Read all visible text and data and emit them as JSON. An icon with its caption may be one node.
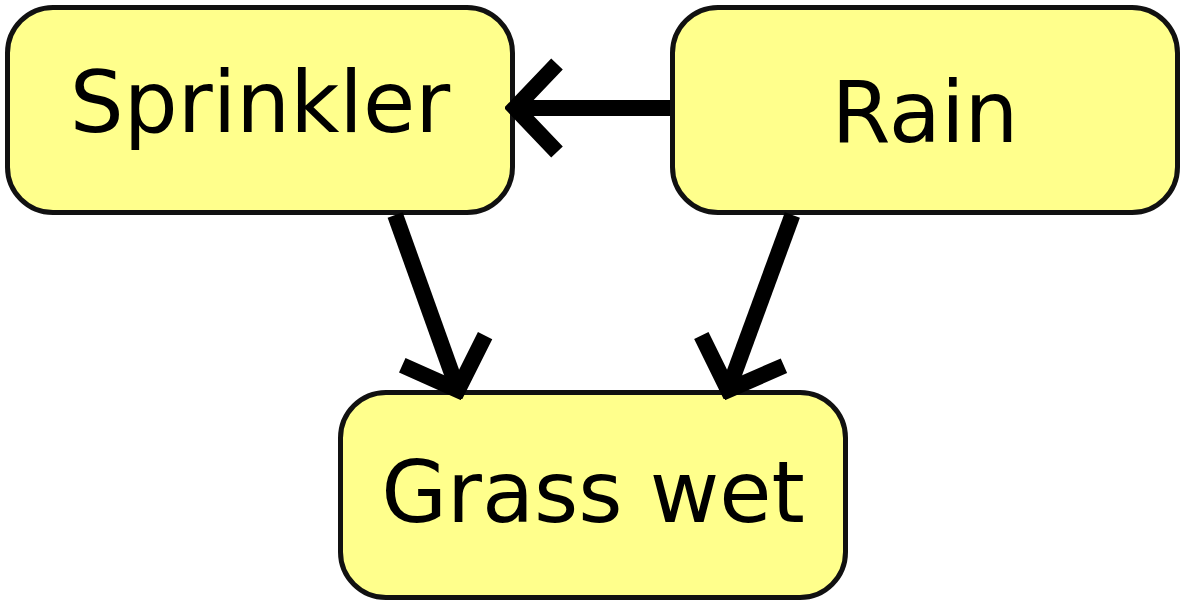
{
  "diagram": {
    "nodes": [
      {
        "text": [
          "Sprinkler"
        ]
      },
      {
        "text": [
          "Rain"
        ]
      },
      {
        "text": [
          "Grass wet"
        ]
      }
    ],
    "edges": [
      {
        "from": 1,
        "to": 0,
        "arrow": "to"
      },
      {
        "from": 0,
        "to": 2,
        "arrow": "to"
      },
      {
        "from": 1,
        "to": 2,
        "arrow": "to"
      }
    ]
  }
}
